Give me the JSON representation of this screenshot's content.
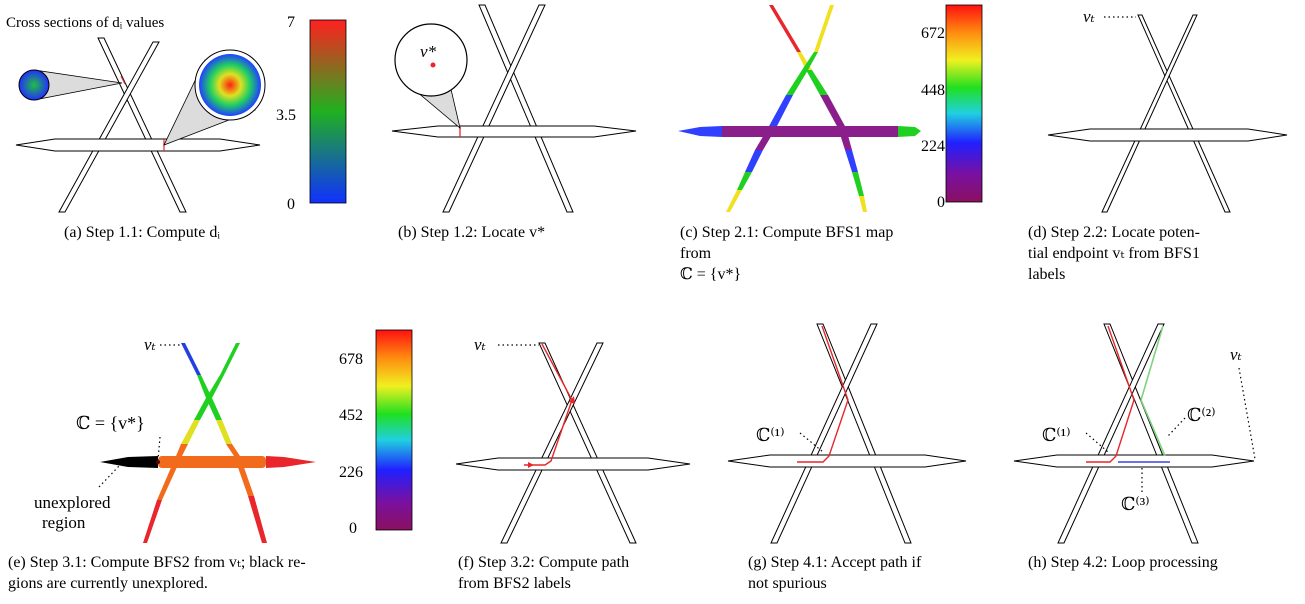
{
  "panels": [
    {
      "id": "a",
      "caption": "(a) Step 1.1: Compute dᵢ"
    },
    {
      "id": "b",
      "caption": "(b) Step 1.2: Locate v*"
    },
    {
      "id": "c",
      "caption_line1": "(c) Step 2.1:  Compute BFS1 map from",
      "caption_line2": "ℂ = {v*}"
    },
    {
      "id": "d",
      "caption_line1": "(d) Step 2.2:  Locate poten-",
      "caption_line2": "tial endpoint vₜ from BFS1",
      "caption_line3": "labels"
    },
    {
      "id": "e",
      "caption_line1": "(e) Step 3.1: Compute BFS2 from vₜ; black re-",
      "caption_line2": "gions are currently unexplored."
    },
    {
      "id": "f",
      "caption_line1": "(f) Step 3.2:  Compute path",
      "caption_line2": "from BFS2 labels"
    },
    {
      "id": "g",
      "caption_line1": "(g)  Step 4.1:  Accept path if",
      "caption_line2": "not spurious"
    },
    {
      "id": "h",
      "caption": "(h) Step 4.2: Loop processing"
    }
  ],
  "labels": {
    "cross_sections": "Cross sections of dᵢ values",
    "v_star": "v*",
    "v_t": "vₜ",
    "c_set": "ℂ = {v*}",
    "unexplored": [
      "unexplored",
      "region"
    ],
    "c1": "ℂ⁽¹⁾",
    "c2": "ℂ⁽²⁾",
    "c3": "ℂ⁽³⁾"
  },
  "colorbars": [
    {
      "panel": "a",
      "ticks": [
        "7",
        "3.5",
        "0"
      ]
    },
    {
      "panel": "c",
      "ticks": [
        "672",
        "448",
        "224",
        "0"
      ]
    },
    {
      "panel": "e",
      "ticks": [
        "678",
        "452",
        "226",
        "0"
      ]
    }
  ],
  "colors": {
    "path_red": "#e8262b",
    "path_green": "#7fd37f",
    "path_blue": "#3b43e6",
    "purple": "#8a1f8c",
    "orange": "#f26a1c"
  }
}
